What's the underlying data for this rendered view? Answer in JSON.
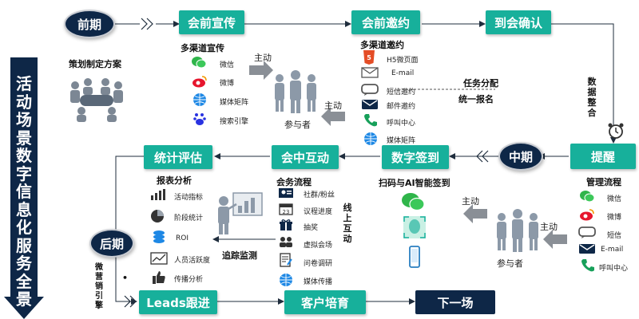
{
  "banner": {
    "text": "活动场景数字信息化服务全景"
  },
  "phases": {
    "pre": "前期",
    "mid": "中期",
    "post": "后期"
  },
  "steps": {
    "promo": "会前宣传",
    "invite": "会前邀约",
    "confirm": "到会确认",
    "remind": "提醒",
    "signin": "数字签到",
    "interact": "会中互动",
    "stats": "统计评估",
    "leads": "Leads跟进",
    "nurture": "客户培育",
    "next": "下一场"
  },
  "plan_label": "策划制定方案",
  "promo_panel": {
    "title": "多渠道宣传",
    "items": [
      "微信",
      "微博",
      "媒体矩阵",
      "搜索引擎"
    ]
  },
  "invite_panel": {
    "title": "多渠道邀约",
    "items": [
      "H5微页面",
      "E-mail",
      "短信邀约",
      "邮件邀约",
      "呼叫中心",
      "媒体矩阵"
    ]
  },
  "participants_top": {
    "label": "参与者",
    "active1": "主动",
    "active2": "主动"
  },
  "task_label": [
    "任务分配",
    "统一报名"
  ],
  "data_integrate": "数据整合",
  "manage_panel": {
    "title": "管理流程",
    "items": [
      "微信",
      "微博",
      "短信",
      "E-mail",
      "呼叫中心"
    ]
  },
  "participants_mid": {
    "label": "参与者",
    "active1": "主动",
    "active2": "主动"
  },
  "signin_label": "扫码与AI智能签到",
  "interact_panel": {
    "title": "会务流程",
    "items": [
      "社群/粉丝",
      "议程进度",
      "抽奖",
      "虚拟会场",
      "问卷调研",
      "媒体传播"
    ]
  },
  "online_interact": "线上互动",
  "report_panel": {
    "title": "报表分析",
    "items": [
      "活动指标",
      "阶段统计",
      "ROI",
      "人员活跃度",
      "传播分析"
    ]
  },
  "track_label": "追踪监测",
  "wechat_engine": "微营销引擎",
  "dot_label": "•",
  "colors": {
    "teal": "#17b09b",
    "navy": "#0e2747",
    "gray_arrow": "#8a8f96"
  }
}
